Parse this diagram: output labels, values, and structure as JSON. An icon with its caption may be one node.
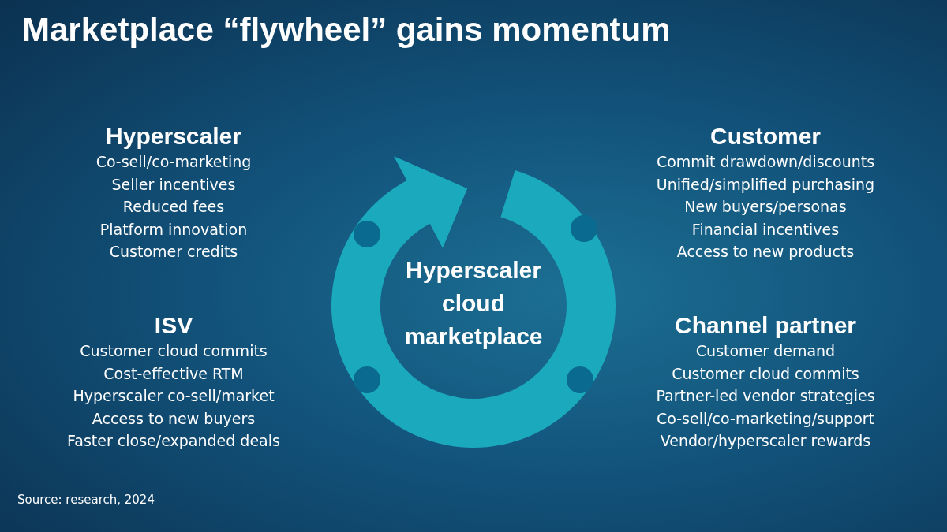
{
  "diagram": {
    "title": "Marketplace “flywheel” gains momentum",
    "caption": "Source: research, 2024",
    "nodes": [
      {
        "text": [
          "Hyperscaler cloud marketplace"
        ]
      },
      {
        "text": [],
        "shape": "circle",
        "in": 0
      },
      {
        "text": [],
        "shape": "circle",
        "in": 0
      },
      {
        "text": [],
        "shape": "circle",
        "in": 0
      },
      {
        "text": [],
        "shape": "circle",
        "in": 0
      }
    ],
    "labels": [
      "Hyperscaler",
      "Co-sell/co-marketing",
      "Seller incentives",
      "Reduced fees",
      "Platform innovation",
      "Customer credits",
      "Customer",
      "Commit drawdown/discounts",
      "Unified/simplified purchasing",
      "New buyers/personas",
      "Financial incentives",
      "Access to new products",
      "ISV",
      "Customer cloud commits",
      "Cost-effective RTM",
      "Hyperscaler co-sell/market",
      "Access to new buyers",
      "Faster close/expanded deals",
      "Channel partner",
      "Customer demand",
      "Customer cloud commits",
      "Partner-led vendor strategies",
      "Co-sell/co-marketing/support",
      "Vendor/hyperscaler rewards"
    ]
  }
}
